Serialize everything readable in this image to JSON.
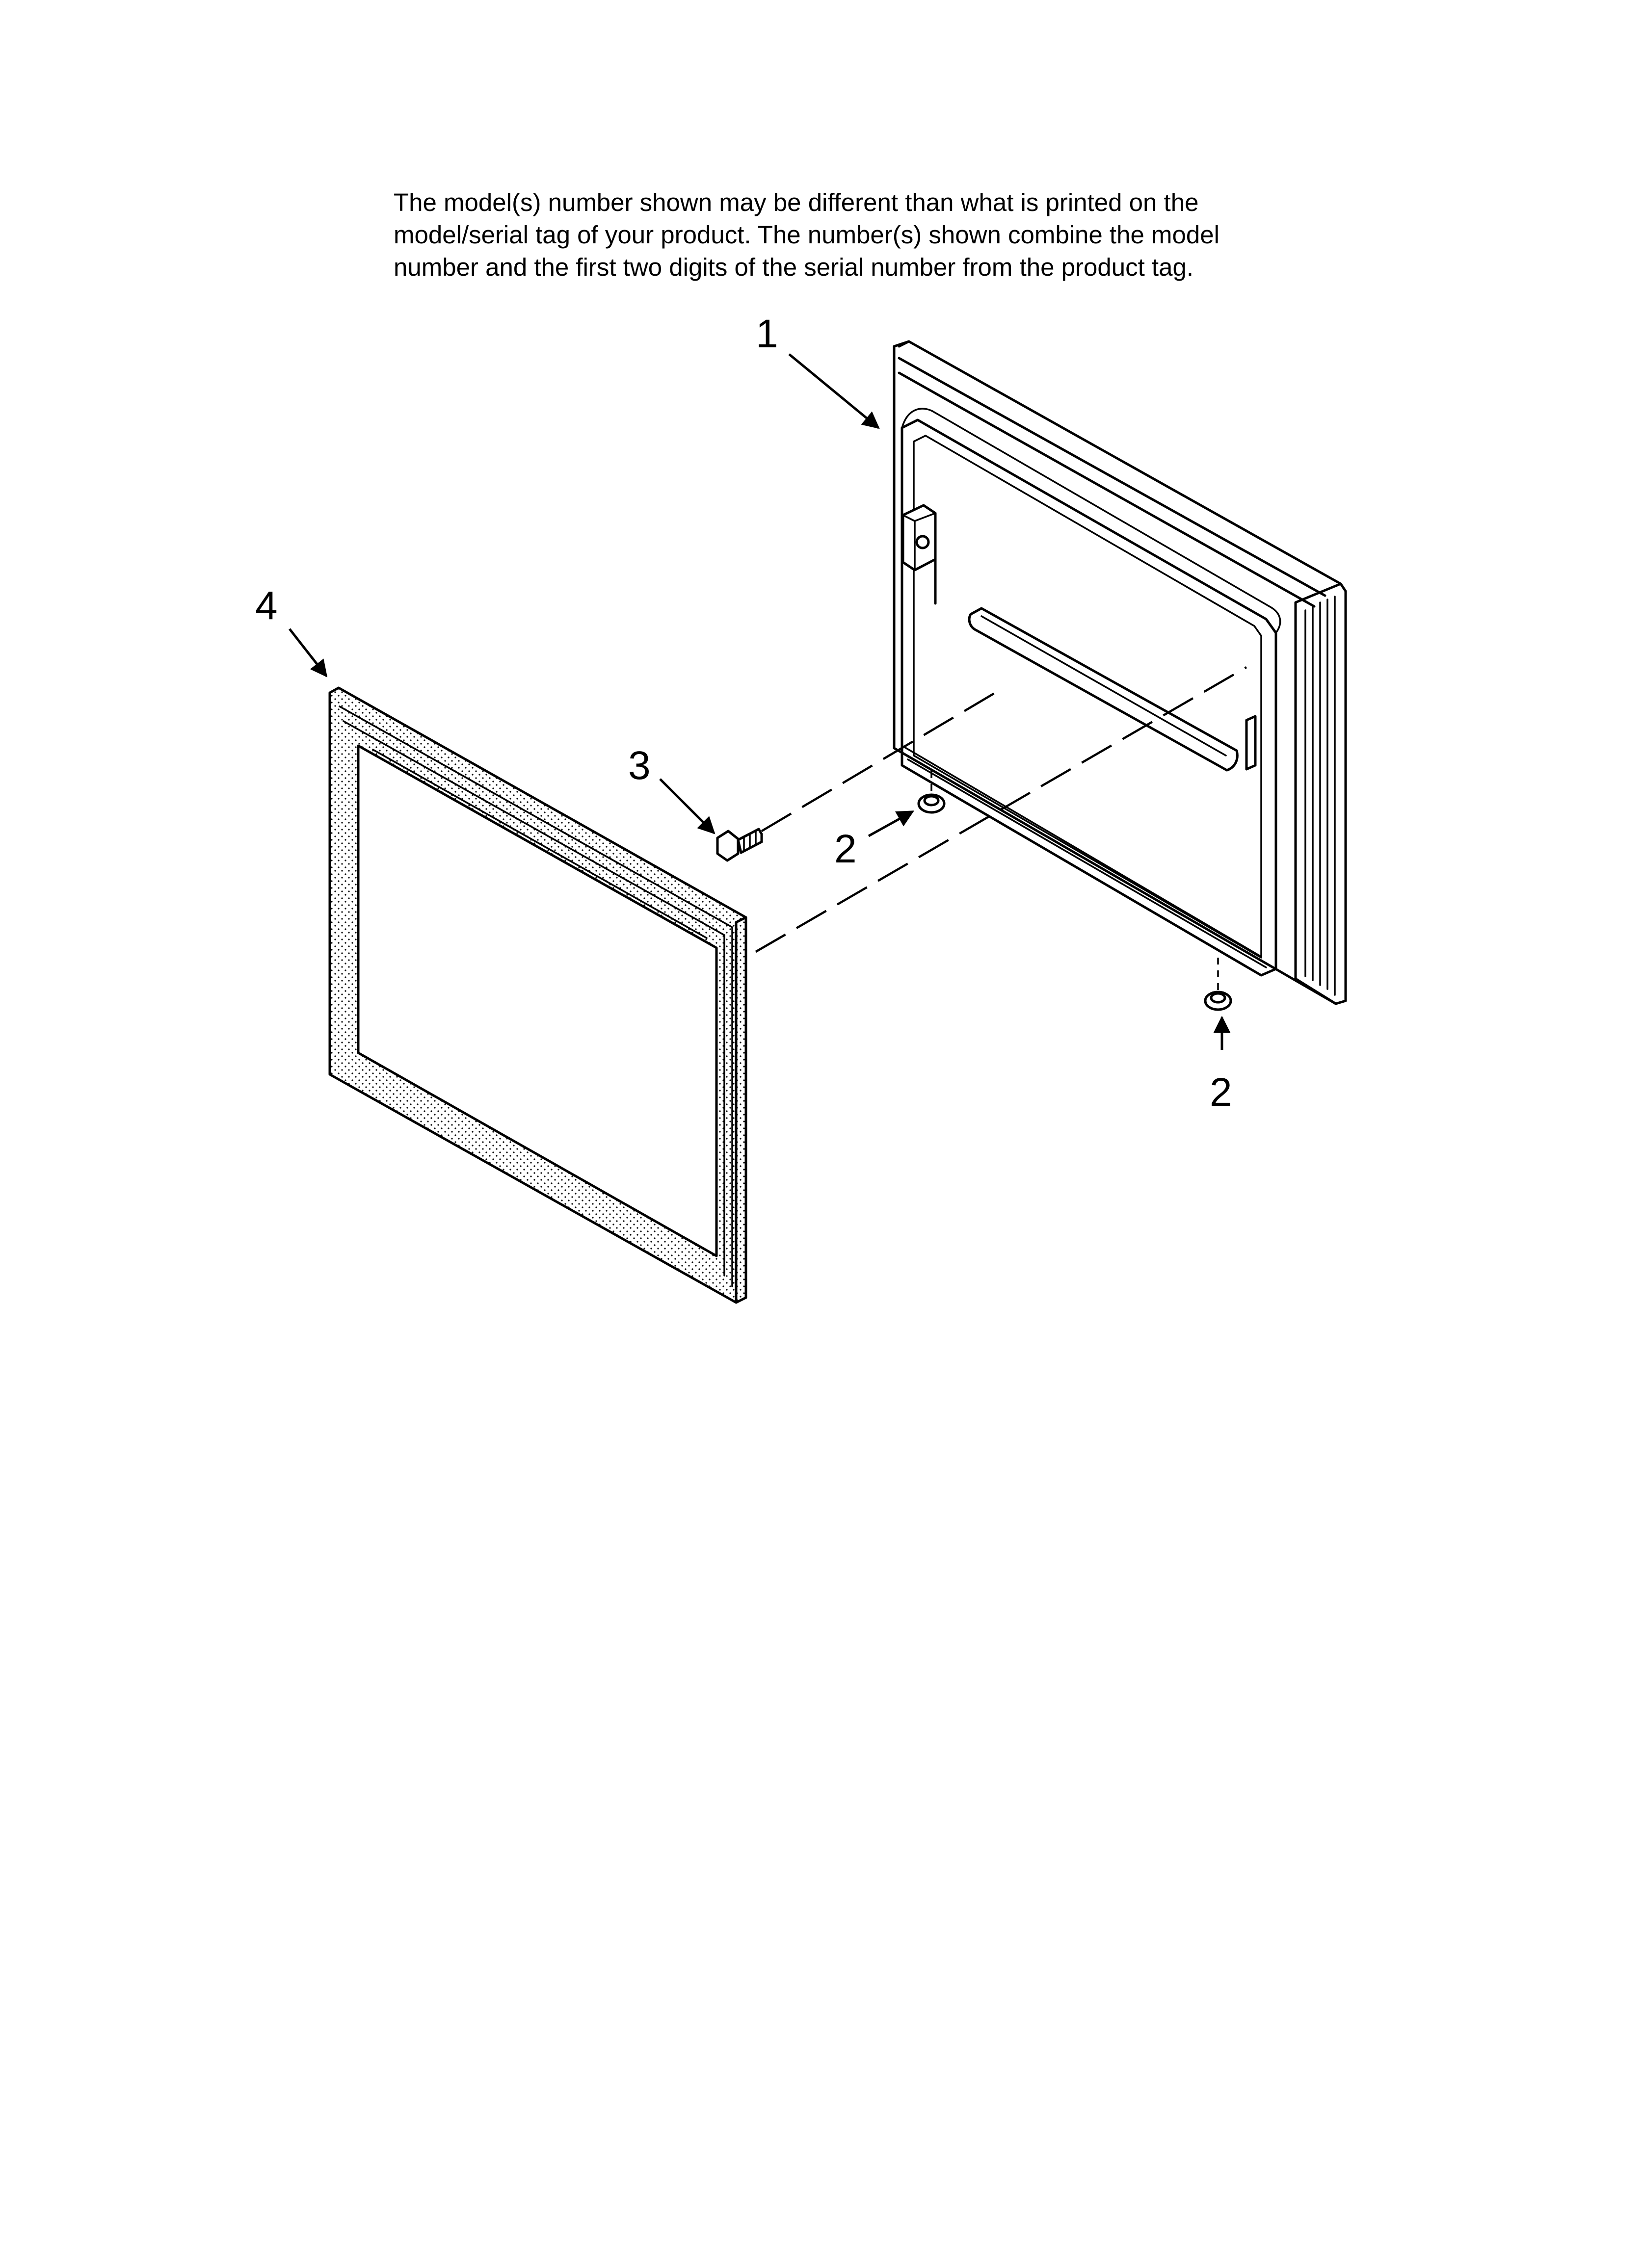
{
  "disclaimer": {
    "lines": [
      "The model(s) number shown may be different than what is printed on the",
      "model/serial tag of your product. The number(s) shown combine the model",
      "number and the first two digits of the serial number from the product tag."
    ]
  },
  "callouts": {
    "door": "1",
    "plug_upper": "2",
    "plug_lower": "2",
    "screw": "3",
    "gasket": "4"
  },
  "colors": {
    "line": "#000000",
    "background": "#ffffff"
  }
}
